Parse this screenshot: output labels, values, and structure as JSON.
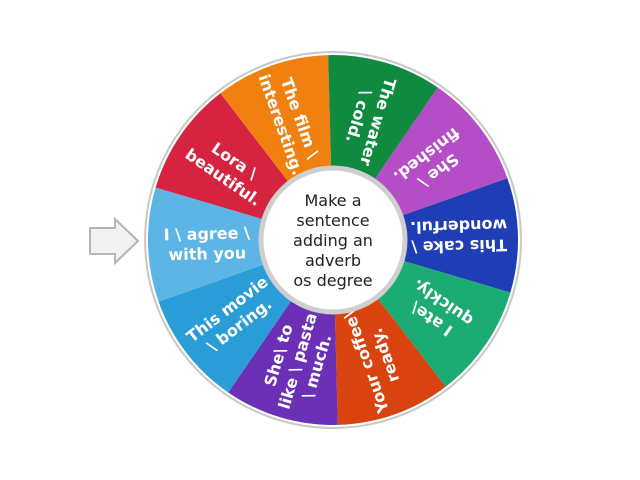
{
  "wheel": {
    "center_text": [
      "Make a",
      "sentence",
      "adding an",
      "adverb",
      "os degree"
    ],
    "segments": [
      {
        "lines": [
          "I \\ agree \\",
          "with you"
        ],
        "color": "#5cb5e4"
      },
      {
        "lines": [
          "Lora \\",
          "beautiful."
        ],
        "color": "#d6233f"
      },
      {
        "lines": [
          "The film \\",
          "interesting."
        ],
        "color": "#f0800f"
      },
      {
        "lines": [
          "The water",
          "\\ cold."
        ],
        "color": "#0f8a3f"
      },
      {
        "lines": [
          "She \\",
          "finished."
        ],
        "color": "#b44dc6"
      },
      {
        "lines": [
          "This cake \\",
          "wonderful."
        ],
        "color": "#1f3db4"
      },
      {
        "lines": [
          "I ate\\",
          "quickly."
        ],
        "color": "#1bab73"
      },
      {
        "lines": [
          "Your coffee\\",
          "ready."
        ],
        "color": "#d9430f"
      },
      {
        "lines": [
          "She\\ to",
          "like \\ pasta",
          "\\ much."
        ],
        "color": "#6b30b6"
      },
      {
        "lines": [
          "This movie",
          "\\ boring."
        ],
        "color": "#2a9cd7"
      }
    ]
  },
  "pointer": {
    "icon": "arrow-right-icon"
  }
}
